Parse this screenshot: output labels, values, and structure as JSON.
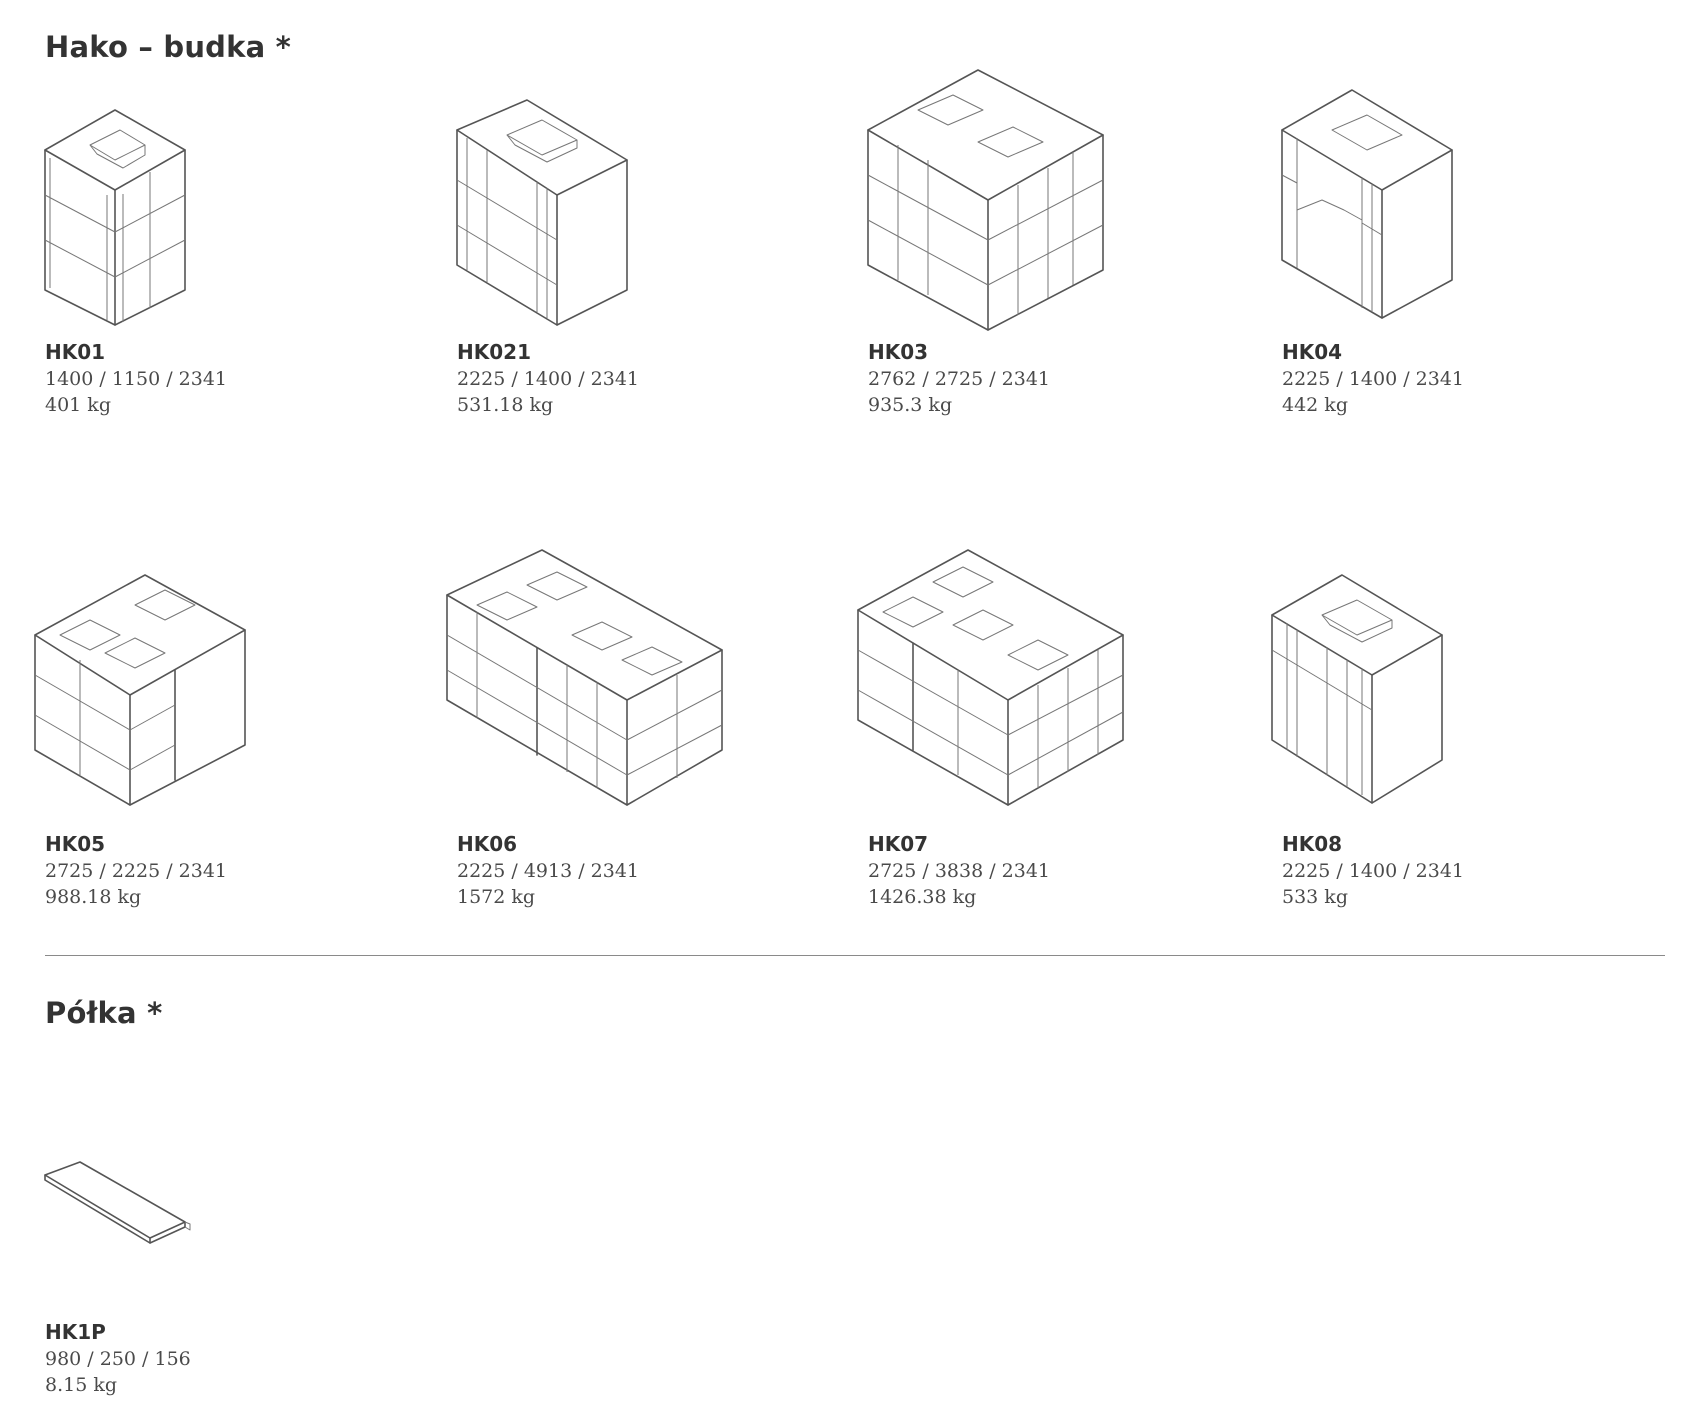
{
  "sections": [
    {
      "title": "Hako – budka *"
    },
    {
      "title": "Półka *"
    }
  ],
  "products": [
    {
      "code": "HK01",
      "dims": "1400 / 1150 / 2341",
      "weight": "401 kg"
    },
    {
      "code": "HK021",
      "dims": "2225 / 1400 / 2341",
      "weight": "531.18 kg"
    },
    {
      "code": "HK03",
      "dims": "2762 / 2725 / 2341",
      "weight": "935.3 kg"
    },
    {
      "code": "HK04",
      "dims": "2225 / 1400 / 2341",
      "weight": "442 kg"
    },
    {
      "code": "HK05",
      "dims": "2725 / 2225 / 2341",
      "weight": "988.18 kg"
    },
    {
      "code": "HK06",
      "dims": "2225 / 4913 / 2341",
      "weight": "1572 kg"
    },
    {
      "code": "HK07",
      "dims": "2725 / 3838 / 2341",
      "weight": "1426.38 kg"
    },
    {
      "code": "HK08",
      "dims": "2225 / 1400 / 2341",
      "weight": "533 kg"
    },
    {
      "code": "HK1P",
      "dims": "980 / 250 / 156",
      "weight": "8.15  kg"
    }
  ]
}
